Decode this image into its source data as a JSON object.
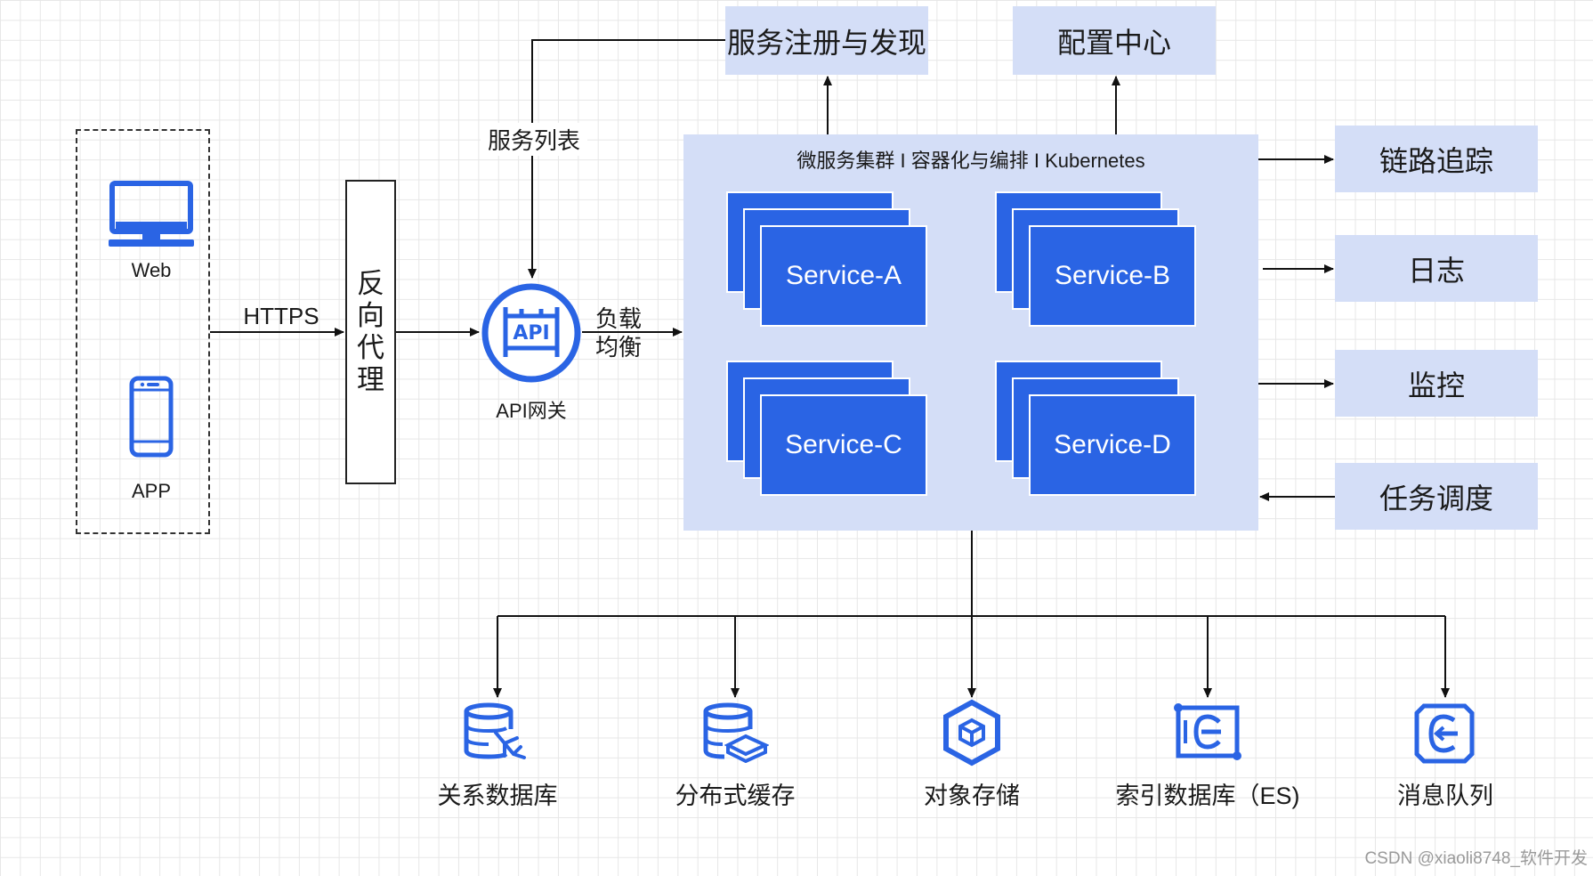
{
  "clients": {
    "web_label": "Web",
    "app_label": "APP"
  },
  "https_label": "HTTPS",
  "proxy_label": [
    "反",
    "向",
    "代",
    "理"
  ],
  "gateway": {
    "label": "API网关",
    "icon_text": "API"
  },
  "service_list_label": "服务列表",
  "load_balance_label": [
    "负载",
    "均衡"
  ],
  "top_boxes": {
    "registry": "服务注册与发现",
    "config": "配置中心"
  },
  "cluster": {
    "title": "微服务集群 I 容器化与编排 I Kubernetes",
    "services": [
      "Service-A",
      "Service-B",
      "Service-C",
      "Service-D"
    ]
  },
  "right_boxes": [
    "链路追踪",
    "日志",
    "监控",
    "任务调度"
  ],
  "storage": [
    "关系数据库",
    "分布式缓存",
    "对象存储",
    "索引数据库（ES)",
    "消息队列"
  ],
  "watermark": "CSDN @xiaoli8748_软件开发",
  "colors": {
    "accent": "#2a64e4",
    "box_fill": "#d4def7",
    "line": "#111111"
  }
}
